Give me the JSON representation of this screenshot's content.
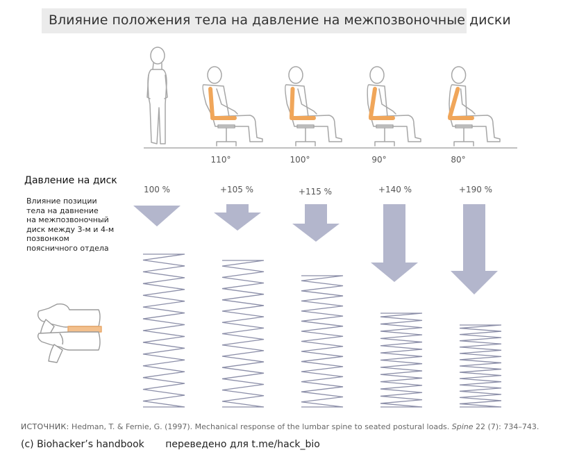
{
  "title": "Влияние положения тела на давление на межпозвоночные диски",
  "angles": [
    "110°",
    "100°",
    "90°",
    "80°"
  ],
  "pressure": {
    "heading": "Давление на диск",
    "description_lines": [
      "Влияние позиции",
      "тела на давнение",
      "на межпозвоночный",
      "диск между 3-м и 4-м",
      "позвонком",
      "поясничного отдела"
    ],
    "values": [
      "100 %",
      "+105 %",
      "+115 %",
      "+140 %",
      "+190 %"
    ]
  },
  "source": {
    "label": "ИСТОЧНИК:",
    "text": "Hedman, T. & Fernie, G. (1997). Mechanical response of the lumbar spine to seated postural loads.",
    "journal": "Spine",
    "citation": "22 (7): 734–743."
  },
  "credit": {
    "left": "(c) Biohacker’s handbook",
    "right": "переведено для t.me/hack_bio"
  },
  "colors": {
    "arrow": "#b3b6cc",
    "spring": "#8b8ea8",
    "backrest": "#f0a65a",
    "figure_stroke": "#a6a6a6",
    "title_bg": "#ebebeb"
  }
}
